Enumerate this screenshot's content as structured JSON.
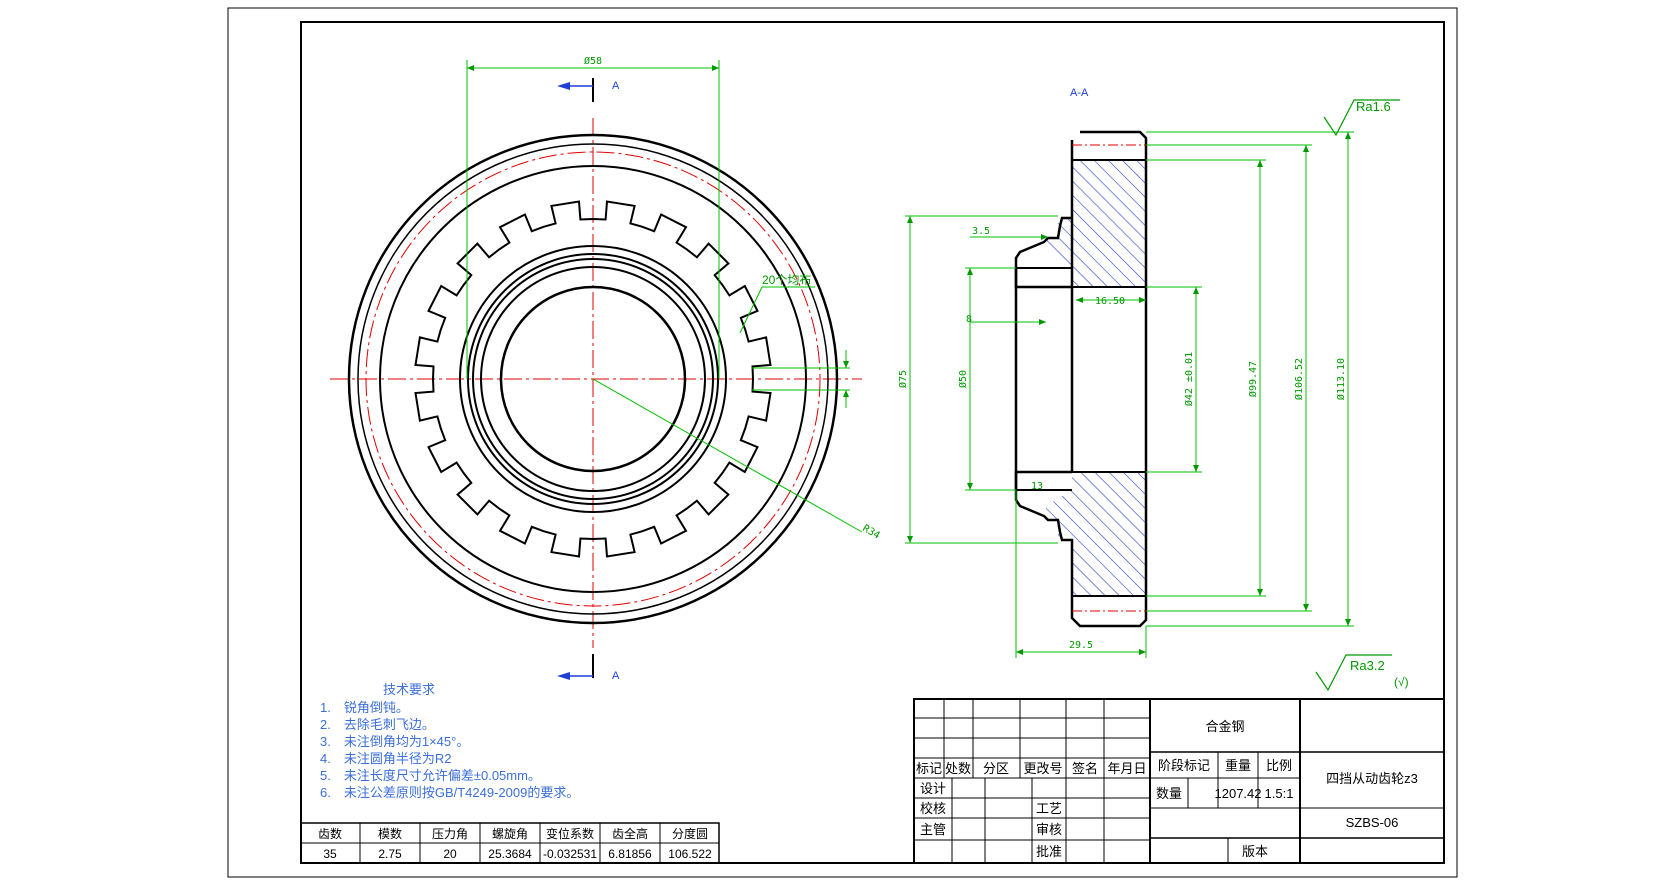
{
  "section_labels": {
    "a_top": "A",
    "a_bottom": "A",
    "section": "A-A"
  },
  "front_dims": {
    "d58": "Ø58",
    "teeth": "20个均布",
    "r34": "R34"
  },
  "section_dims": {
    "w35": "3.5",
    "w8": "8",
    "w1650": "16.50",
    "w13": "13",
    "w295": "29.5",
    "d75": "Ø75",
    "d50": "Ø50",
    "d42": "Ø42 ±0.01",
    "d9947": "Ø99.47",
    "d10652": "Ø106.52",
    "d11310": "Ø113.10"
  },
  "roughness": {
    "ra16": "Ra1.6",
    "ra32": "Ra3.2",
    "ra32_note": "(√)"
  },
  "tech_requirements": {
    "title": "技术要求",
    "items": [
      "1.　锐角倒钝。",
      "2.　去除毛刺飞边。",
      "3.　未注倒角均为1×45°。",
      "4.　未注圆角半径为R2",
      "5.　未注长度尺寸允许偏差±0.05mm。",
      "6.　未注公差原则按GB/T4249-2009的要求。"
    ]
  },
  "gear_params": {
    "headers": [
      "齿数",
      "模数",
      "压力角",
      "螺旋角",
      "变位系数",
      "齿全高",
      "分度圆"
    ],
    "values": [
      "35",
      "2.75",
      "20",
      "25.3684",
      "-0.032531",
      "6.81856",
      "106.522"
    ]
  },
  "title_block": {
    "material": "合金钢",
    "part_name": "四挡从动齿轮z3",
    "drawing_no": "SZBS-06",
    "rev_headers": [
      "标记",
      "处数",
      "分区",
      "更改号",
      "签名",
      "年月日"
    ],
    "design": "设计",
    "check": "校核",
    "supervisor": "主管",
    "process": "工艺",
    "review": "审核",
    "approve": "批准",
    "stage": "阶段标记",
    "weight": "重量",
    "scale": "比例",
    "quantity": "数量",
    "weight_val": "1207.42",
    "scale_val": "1.5:1",
    "version": "版本"
  },
  "colors": {
    "outline": "#000000",
    "dimension": "#00c000",
    "center": "#e00000",
    "hatch": "#2840c8",
    "note": "#3b6fd8"
  }
}
